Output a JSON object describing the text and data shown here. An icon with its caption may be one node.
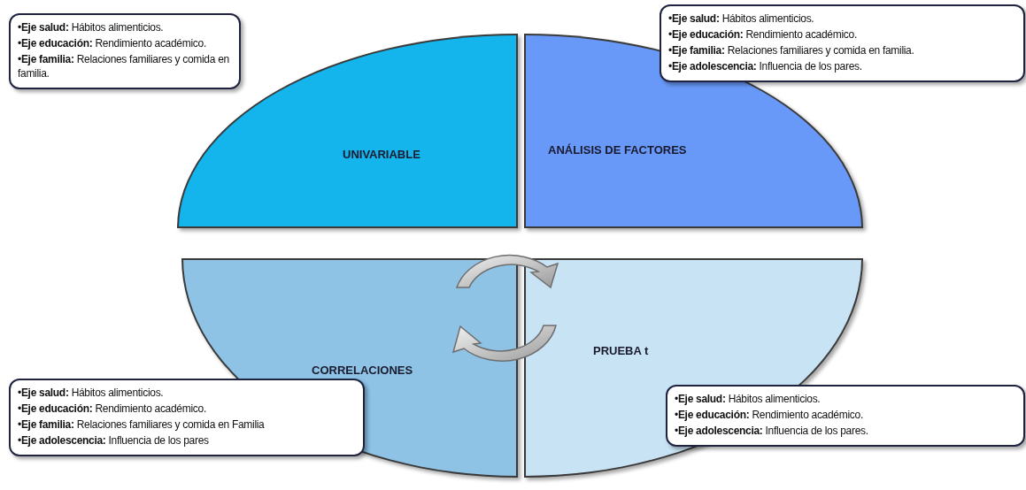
{
  "diagram": {
    "nodes": [
      {
        "text": [
          "UNIVARIABLE"
        ]
      },
      {
        "text": [
          "•**Eje salud:** Hábitos alimenticios.",
          "•**Eje educación:** Rendimiento académico.",
          "•**Eje familia:** Relaciones familiares y comida en familia."
        ]
      },
      {
        "text": [
          "ANÁLISIS DE FACTORES"
        ]
      },
      {
        "text": [
          "•**Eje salud:** Hábitos alimenticios.",
          "•**Eje educación:** Rendimiento académico.",
          "•**Eje familia:** Relaciones familiares y comida en familia.",
          "•**Eje adolescencia:** Influencia de los pares."
        ]
      },
      {
        "text": [
          "CORRELACIONES"
        ]
      },
      {
        "text": [
          "•**Eje salud:** Hábitos alimenticios.",
          "•**Eje educación:** Rendimiento académico.",
          "•**Eje familia:** Relaciones familiares y comida en Familia",
          "•**Eje adolescencia:** Influencia de los pares"
        ]
      },
      {
        "text": [
          "PRUEBA t"
        ]
      },
      {
        "text": [
          "•**Eje salud:** Hábitos alimenticios.",
          "•**Eje educación:** Rendimiento académico.",
          "•**Eje adolescencia:** Influencia de los pares."
        ]
      }
    ],
    "edges": []
  }
}
